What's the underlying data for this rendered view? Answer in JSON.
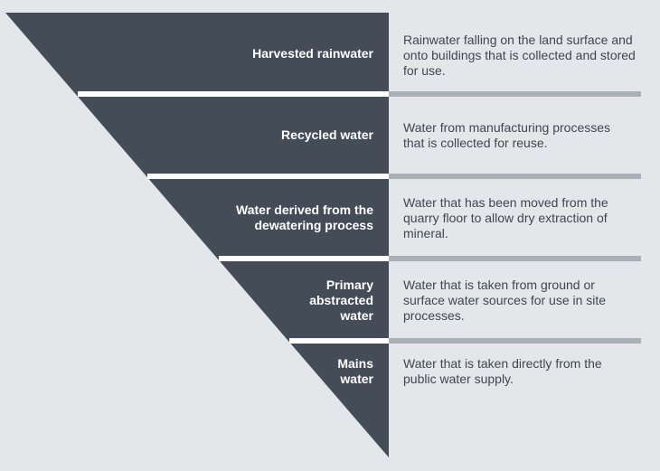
{
  "colors": {
    "panel": "#e4e7ea",
    "pyramid": "#444c57",
    "divider": "#a9b0b7",
    "label_text": "#ffffff",
    "description_text": "#3f4650"
  },
  "tiers": [
    {
      "label": "Harvested rainwater",
      "description": "Rainwater falling on the land surface and onto buildings that is collected and stored for use."
    },
    {
      "label": "Recycled water",
      "description": "Water from manufacturing processes that is collected for reuse."
    },
    {
      "label": "Water derived from the dewatering process",
      "description": "Water that has been moved from the quarry floor to allow dry extraction of mineral."
    },
    {
      "label": "Primary abstracted water",
      "description": "Water that is taken from ground or surface water sources for use in site processes."
    },
    {
      "label": "Mains water",
      "description": "Water that is taken directly from the public water supply."
    }
  ]
}
